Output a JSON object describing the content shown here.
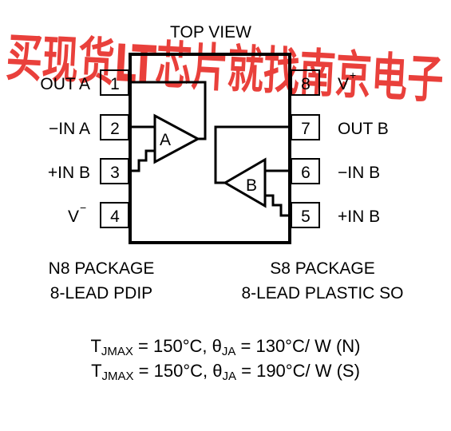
{
  "title": "TOP VIEW",
  "watermark": "买现货LT芯片就找南京电子",
  "pins_left": [
    {
      "num": "1",
      "label": "OUT A"
    },
    {
      "num": "2",
      "label": "−IN A"
    },
    {
      "num": "3",
      "label": "+IN B"
    },
    {
      "num": "4",
      "label": "V"
    }
  ],
  "pins_right": [
    {
      "num": "8",
      "label": "V"
    },
    {
      "num": "7",
      "label": "OUT B"
    },
    {
      "num": "6",
      "label": "−IN B"
    },
    {
      "num": "5",
      "label": "+IN B"
    }
  ],
  "pin4_sup": "−",
  "pin8_sup": "+",
  "amp_a": "A",
  "amp_b": "B",
  "package_left": {
    "line1": "N8 PACKAGE",
    "line2": "8-LEAD PDIP"
  },
  "package_right": {
    "line1": "S8 PACKAGE",
    "line2": "8-LEAD PLASTIC SO"
  },
  "thermal": [
    {
      "t": "T",
      "t_sub": "JMAX",
      "t_val": " = 150°C, ",
      "theta": "θ",
      "theta_sub": "JA",
      "theta_val": " = 130°C/ W (N)"
    },
    {
      "t": "T",
      "t_sub": "JMAX",
      "t_val": " = 150°C, ",
      "theta": "θ",
      "theta_sub": "JA",
      "theta_val": " = 190°C/ W (S)"
    }
  ]
}
